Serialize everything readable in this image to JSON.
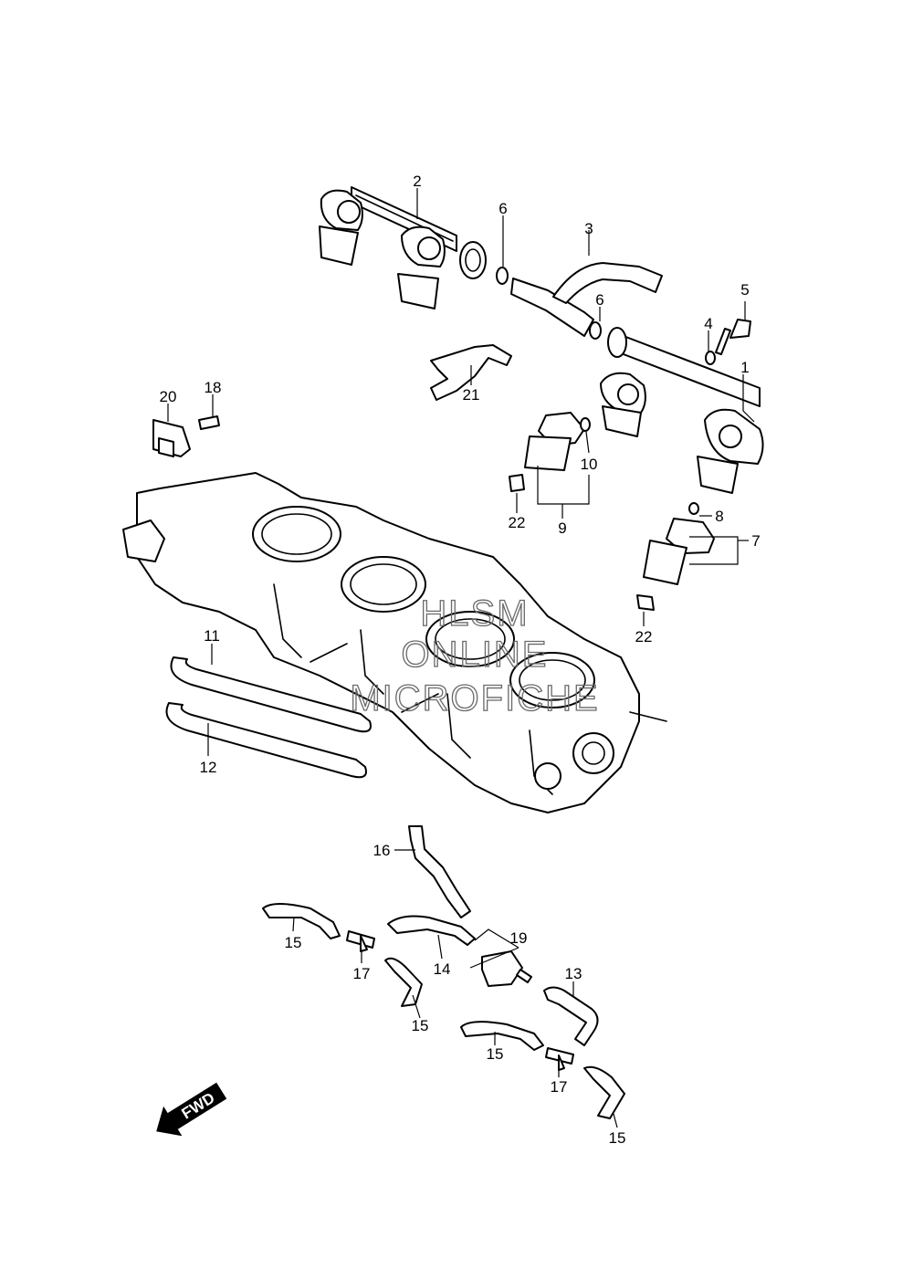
{
  "watermark": {
    "line1": "HLSM",
    "line2": "ONLINE",
    "line3": "MICROFICHE"
  },
  "direction_arrow": {
    "label": "FWD",
    "icon": "fwd-arrow-icon"
  },
  "callouts": [
    {
      "key": "c2",
      "label": "2"
    },
    {
      "key": "c3",
      "label": "3"
    },
    {
      "key": "c6a",
      "label": "6"
    },
    {
      "key": "c6b",
      "label": "6"
    },
    {
      "key": "c5",
      "label": "5"
    },
    {
      "key": "c4",
      "label": "4"
    },
    {
      "key": "c1",
      "label": "1"
    },
    {
      "key": "c20",
      "label": "20"
    },
    {
      "key": "c18",
      "label": "18"
    },
    {
      "key": "c21",
      "label": "21"
    },
    {
      "key": "c10",
      "label": "10"
    },
    {
      "key": "c22a",
      "label": "22"
    },
    {
      "key": "c9",
      "label": "9"
    },
    {
      "key": "c8",
      "label": "8"
    },
    {
      "key": "c7",
      "label": "7"
    },
    {
      "key": "c22b",
      "label": "22"
    },
    {
      "key": "c11",
      "label": "11"
    },
    {
      "key": "c12",
      "label": "12"
    },
    {
      "key": "c16",
      "label": "16"
    },
    {
      "key": "c19",
      "label": "19"
    },
    {
      "key": "c15a",
      "label": "15"
    },
    {
      "key": "c17a",
      "label": "17"
    },
    {
      "key": "c14",
      "label": "14"
    },
    {
      "key": "c13",
      "label": "13"
    },
    {
      "key": "c15b",
      "label": "15"
    },
    {
      "key": "c15c",
      "label": "15"
    },
    {
      "key": "c17b",
      "label": "17"
    },
    {
      "key": "c15d",
      "label": "15"
    }
  ]
}
